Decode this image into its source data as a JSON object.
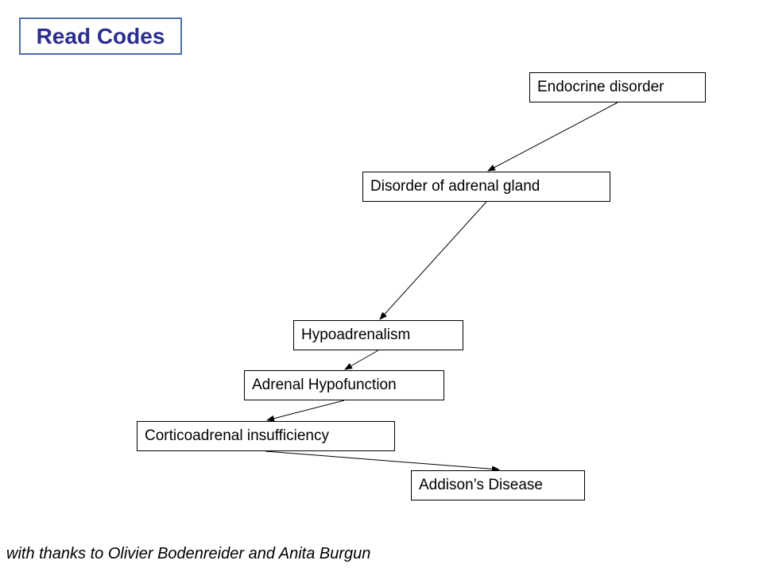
{
  "title": "Read Codes",
  "nodes": {
    "endocrine_disorder": "Endocrine disorder",
    "disorder_of_adrenal_gland": "Disorder of adrenal gland",
    "hypoadrenalism": "Hypoadrenalism",
    "adrenal_hypofunction": "Adrenal Hypofunction",
    "corticoadrenal_insufficiency": "Corticoadrenal insufficiency",
    "addisons_disease": "Addison’s Disease"
  },
  "edges": [
    {
      "from": "endocrine_disorder",
      "to": "disorder_of_adrenal_gland"
    },
    {
      "from": "disorder_of_adrenal_gland",
      "to": "hypoadrenalism"
    },
    {
      "from": "hypoadrenalism",
      "to": "adrenal_hypofunction"
    },
    {
      "from": "adrenal_hypofunction",
      "to": "corticoadrenal_insufficiency"
    },
    {
      "from": "corticoadrenal_insufficiency",
      "to": "addisons_disease"
    }
  ],
  "credit": "with thanks to Olivier Bodenreider and Anita Burgun",
  "colors": {
    "title_text": "#2b2e8f",
    "title_border": "#4d6fa6",
    "node_border": "#000000",
    "edge": "#000000"
  }
}
